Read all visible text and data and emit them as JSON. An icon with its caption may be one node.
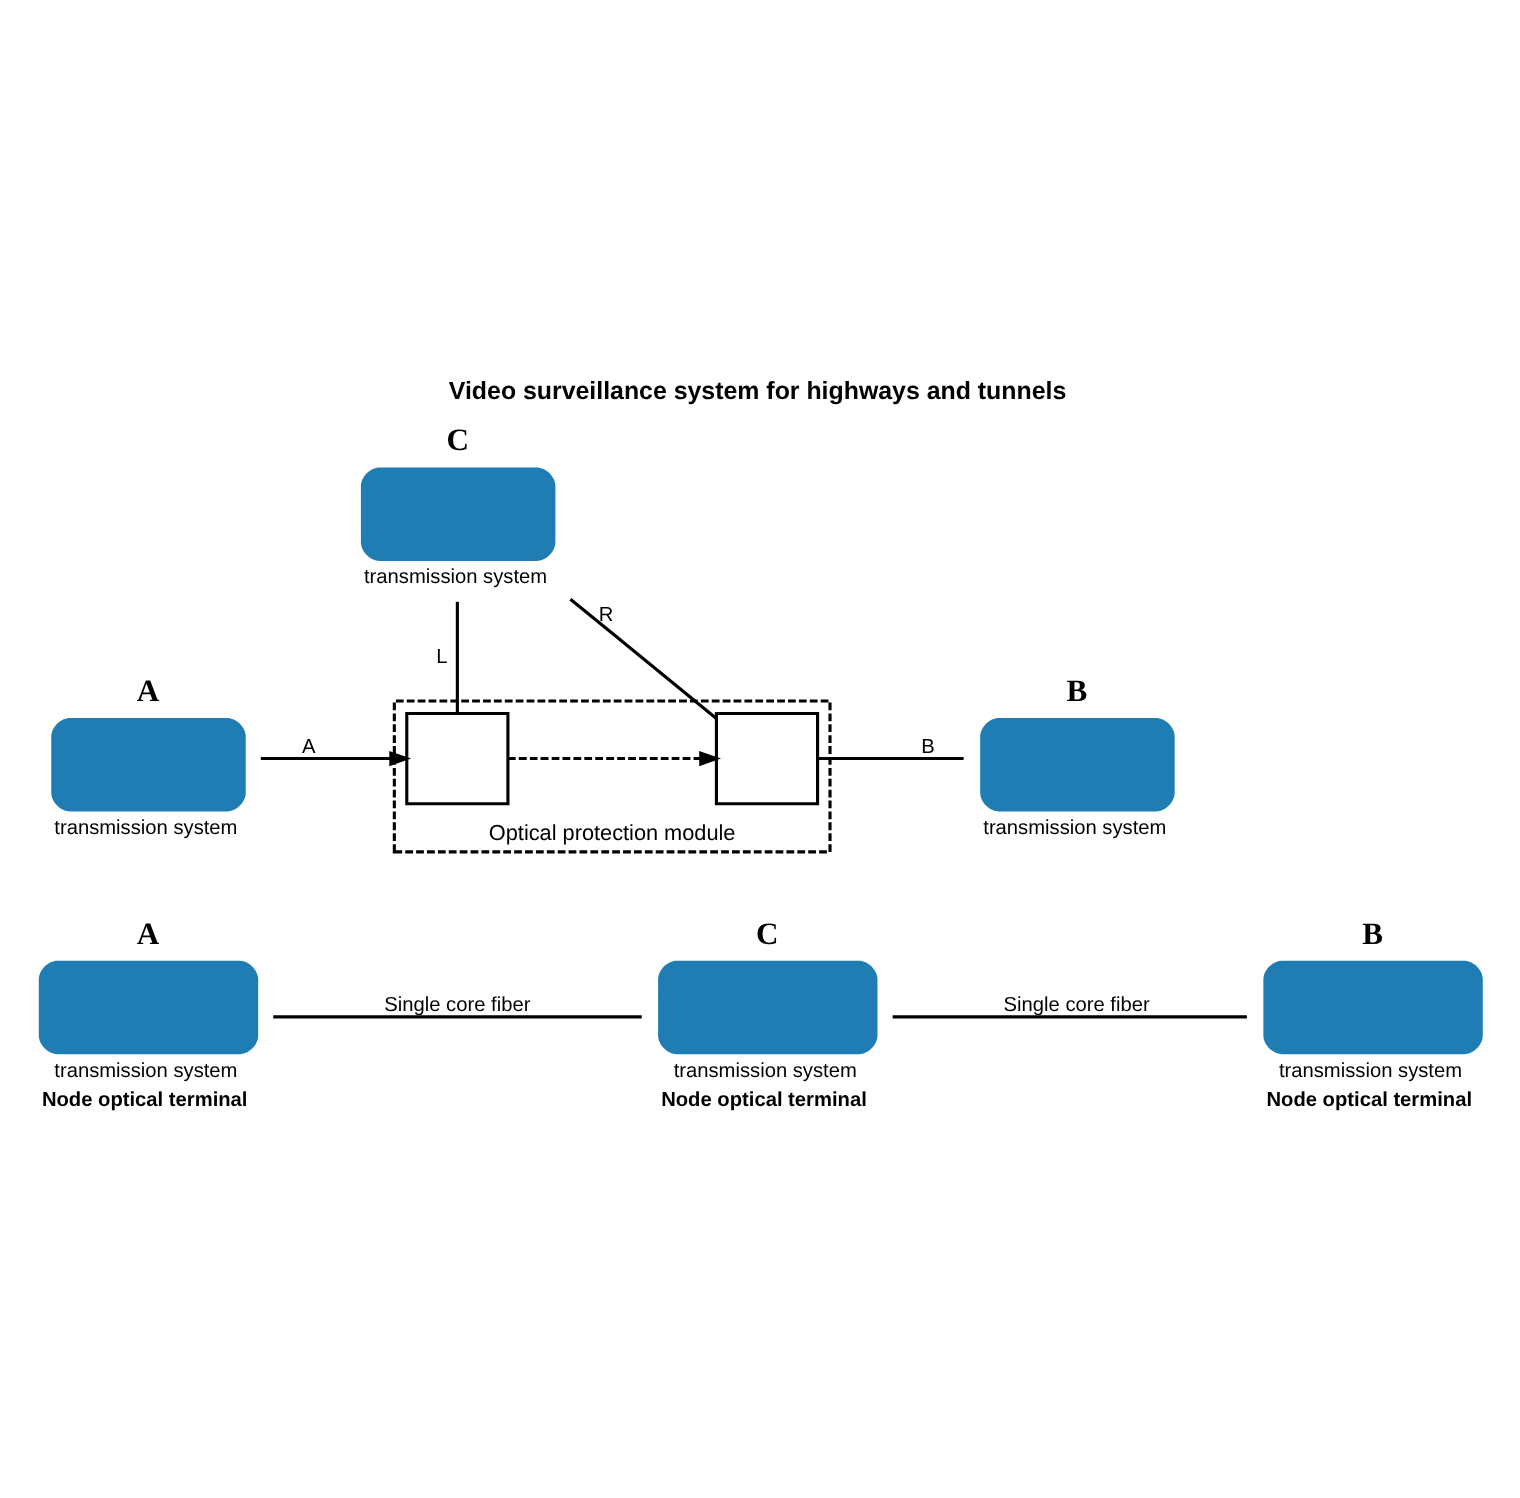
{
  "diagram": {
    "title": "Video surveillance system for highways and tunnels",
    "nodes": [
      {
        "text": [
          "A",
          "transmission system",
          "Node optical terminal"
        ]
      },
      {
        "text": [
          "C",
          "transmission system",
          "Node optical terminal"
        ]
      },
      {
        "text": [
          "B",
          "transmission system",
          "Node optical terminal"
        ]
      },
      {
        "text": [
          "C",
          "transmission system"
        ]
      },
      {
        "text": [
          "A",
          "transmission system"
        ]
      },
      {
        "text": [
          "B",
          "transmission system"
        ]
      },
      {
        "text": [
          "Optical protection module"
        ]
      },
      {
        "text": [],
        "shape": "box",
        "in": 6
      },
      {
        "text": [],
        "shape": "box",
        "in": 6
      }
    ],
    "edges": [
      {
        "from": 0,
        "to": 1,
        "arrow": "none",
        "label": "Single core fiber"
      },
      {
        "from": 1,
        "to": 2,
        "arrow": "none",
        "label": "Single core fiber"
      },
      {
        "from": 4,
        "to": 7,
        "arrow": "to",
        "label": "A"
      },
      {
        "from": 7,
        "to": 3,
        "arrow": "none",
        "label": "L"
      },
      {
        "from": 3,
        "to": 8,
        "arrow": "none",
        "label": "R"
      },
      {
        "from": 7,
        "to": 8,
        "arrow": "to",
        "style": "dashed"
      },
      {
        "from": 8,
        "to": 5,
        "arrow": "none",
        "label": "B"
      }
    ]
  }
}
